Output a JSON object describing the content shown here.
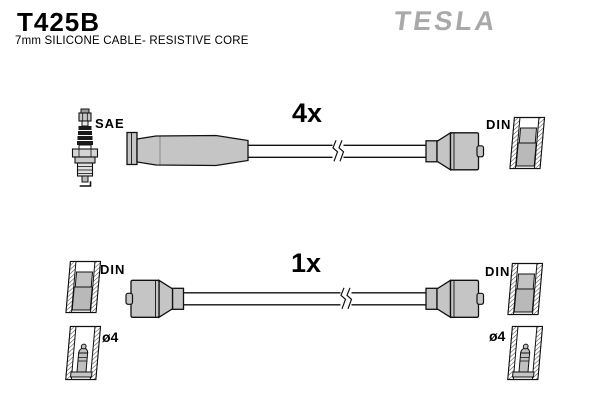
{
  "header": {
    "part_number": "T425B",
    "subtitle": "7mm SILICONE CABLE- RESISTIVE CORE",
    "brand": "TESLA"
  },
  "diagram": {
    "rows": [
      {
        "quantity": "4x",
        "left_end": {
          "type": "spark-plug-boot",
          "label": "SAE"
        },
        "right_end": {
          "type": "distributor-connector",
          "label": "DIN"
        }
      },
      {
        "quantity": "1x",
        "left_end": {
          "type": "distributor-connector",
          "labels": [
            "DIN",
            "ø4"
          ]
        },
        "right_end": {
          "type": "distributor-connector",
          "labels": [
            "DIN",
            "ø4"
          ]
        }
      }
    ]
  },
  "colors": {
    "connector_fill": "#c5c5c5",
    "outline": "#111111",
    "brand_gray": "#a9a9a9",
    "background": "#ffffff",
    "text": "#000000"
  }
}
